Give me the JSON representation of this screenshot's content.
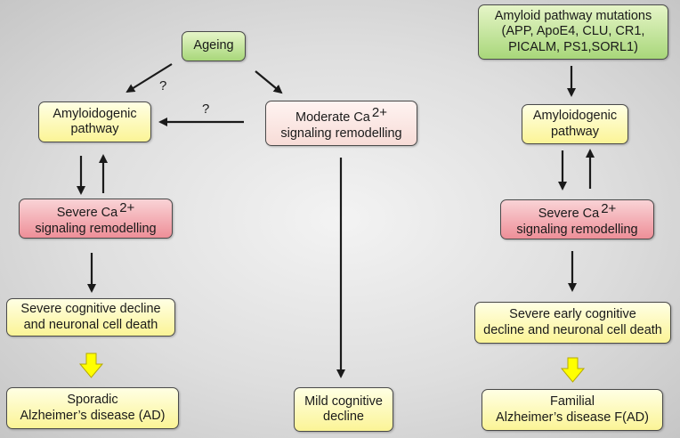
{
  "nodes": {
    "ageing": {
      "text": "Ageing"
    },
    "amyloidogenic_left": {
      "line1": "Amyloidogenic",
      "line2": "pathway"
    },
    "moderate_ca": {
      "line1_prefix": "Moderate Ca",
      "line1_sup": "2+",
      "line2": "signaling remodelling"
    },
    "severe_ca_left": {
      "line1_prefix": "Severe Ca",
      "line1_sup": "2+",
      "line2": "signaling remodelling"
    },
    "severe_decline_left": {
      "line1": "Severe cognitive decline",
      "line2": "and neuronal cell death"
    },
    "sporadic_ad": {
      "line1": "Sporadic",
      "line2": "Alzheimer’s disease (AD)"
    },
    "mild_decline": {
      "line1": "Mild cognitive",
      "line2": "decline"
    },
    "mutations": {
      "line1": "Amyloid pathway mutations",
      "line2": "(APP, ApoE4, CLU, CR1,",
      "line3": "PICALM, PS1,SORL1)"
    },
    "amyloidogenic_right": {
      "line1": "Amyloidogenic",
      "line2": "pathway"
    },
    "severe_ca_right": {
      "line1_prefix": "Severe Ca",
      "line1_sup": "2+",
      "line2": "signaling remodelling"
    },
    "severe_decline_right": {
      "line1": "Severe early cognitive",
      "line2": "decline and neuronal cell death"
    },
    "familial_ad": {
      "line1": "Familial",
      "line2": "Alzheimer’s disease F(AD)"
    }
  },
  "question_marks": {
    "upper": "?",
    "middle": "?"
  },
  "colors": {
    "green_box": "#a8d77a",
    "yellow_box": "#fbf496",
    "red_box": "#ee8f98",
    "pink_box": "#f7dcd7",
    "arrow": "#1a1a1a",
    "block_arrow_fill": "#ffff00"
  }
}
